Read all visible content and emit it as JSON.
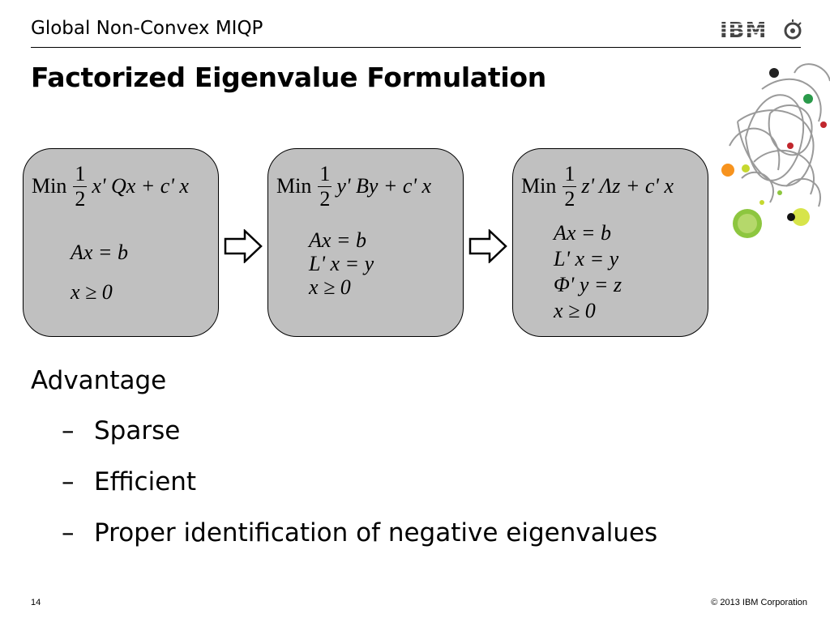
{
  "header": {
    "section_title": "Global Non-Convex MIQP",
    "logo_text": "IBM"
  },
  "slide": {
    "title": "Factorized Eigenvalue Formulation"
  },
  "formulations": [
    {
      "min_label": "Min",
      "frac_num": "1",
      "frac_den": "2",
      "objective": "x' Qx + c' x",
      "constraints": [
        "Ax = b",
        "x ≥ 0"
      ]
    },
    {
      "min_label": "Min",
      "frac_num": "1",
      "frac_den": "2",
      "objective": "y' By + c' x",
      "constraints": [
        "Ax = b",
        "L' x =  y",
        "x ≥ 0"
      ]
    },
    {
      "min_label": "Min",
      "frac_num": "1",
      "frac_den": "2",
      "objective": "z' Λz + c' x",
      "constraints": [
        "Ax = b",
        "L' x = y",
        "Φ' y = z",
        "x ≥ 0"
      ]
    }
  ],
  "advantages": {
    "heading": "Advantage",
    "items": [
      "Sparse",
      "Efficient",
      "Proper identification of negative eigenvalues"
    ],
    "dash": "–"
  },
  "footer": {
    "page_number": "14",
    "copyright": "© 2013 IBM Corporation"
  }
}
